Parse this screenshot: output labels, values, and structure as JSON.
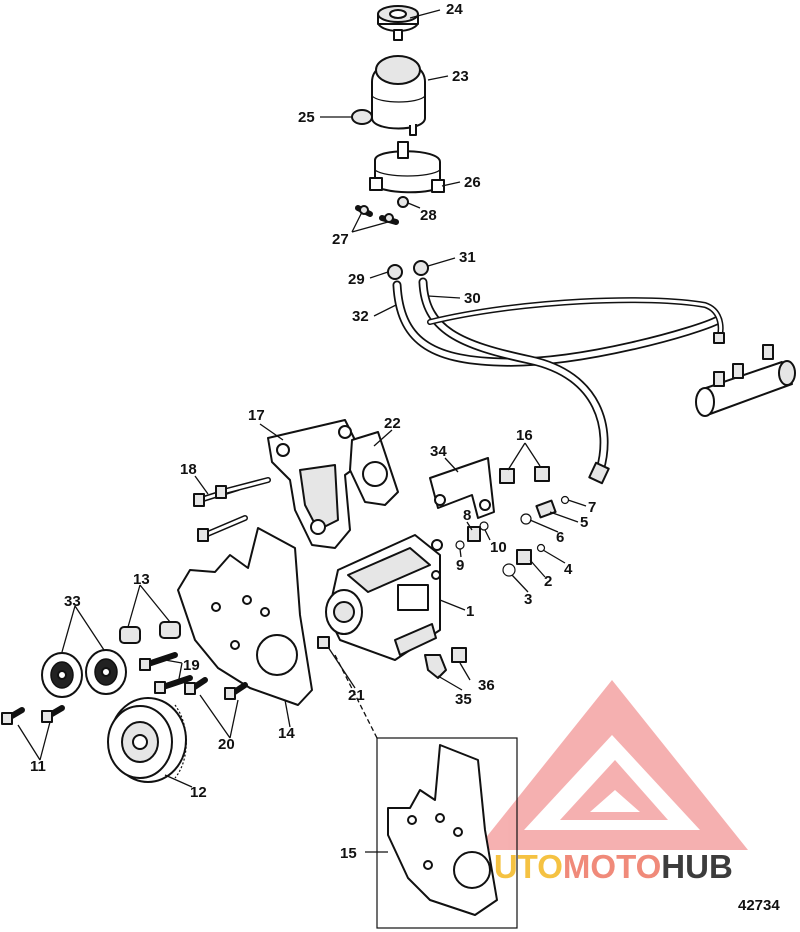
{
  "diagram_id": "42734",
  "watermark": {
    "part_a": "AUTO",
    "part_b": "MOTO",
    "part_c": "HUB",
    "color_a": "#f5c242",
    "color_b": "#f08a7a",
    "color_c": "#3c3c3c",
    "logo_color": "#f4a3a3"
  },
  "callouts": {
    "c1": "1",
    "c2": "2",
    "c3": "3",
    "c4": "4",
    "c5": "5",
    "c6": "6",
    "c7": "7",
    "c8": "8",
    "c9": "9",
    "c10": "10",
    "c11": "11",
    "c12": "12",
    "c13": "13",
    "c14": "14",
    "c15": "15",
    "c16": "16",
    "c17": "17",
    "c18": "18",
    "c19": "19",
    "c20": "20",
    "c21": "21",
    "c22": "22",
    "c23": "23",
    "c24": "24",
    "c25": "25",
    "c26": "26",
    "c27": "27",
    "c28": "28",
    "c29": "29",
    "c30": "30",
    "c31": "31",
    "c32": "32",
    "c33": "33",
    "c34": "34",
    "c35": "35",
    "c36": "36"
  }
}
